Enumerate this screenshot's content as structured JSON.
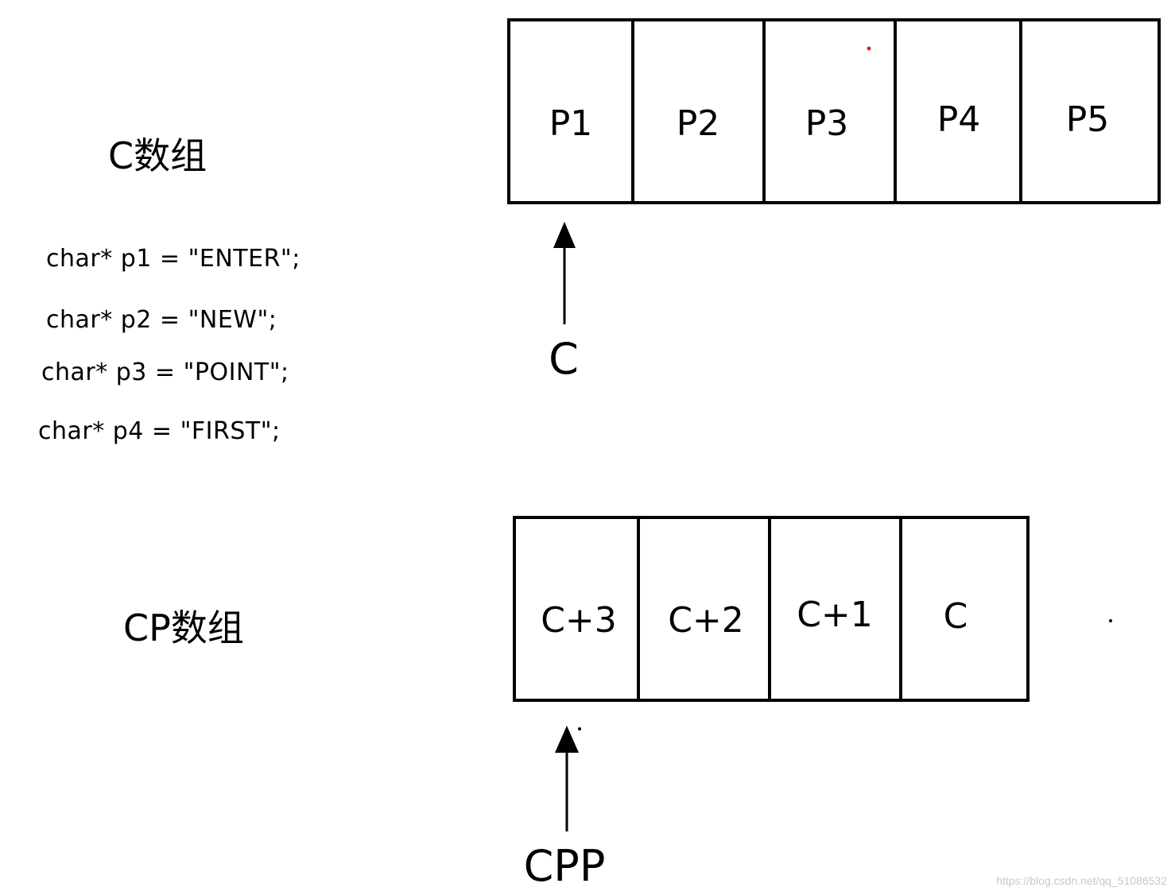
{
  "c_array": {
    "title": "C数组",
    "cells": [
      "P1",
      "P2",
      "P3",
      "P4",
      "P5"
    ],
    "pointer_label": "C"
  },
  "code_lines": [
    "char* p1 = \"ENTER\";",
    "char* p2 = \"NEW\";",
    "char* p3 = \"POINT\";",
    "char* p4 = \"FIRST\";"
  ],
  "cp_array": {
    "title": "CP数组",
    "cells": [
      "C+3",
      "C+2",
      "C+1",
      "C"
    ],
    "pointer_label": "CPP"
  },
  "watermark": "https://blog.csdn.net/qq_51086532",
  "colors": {
    "ink": "#000000",
    "background": "#ffffff",
    "watermark": "#c8c8c8",
    "red_dot": "#e02020"
  }
}
